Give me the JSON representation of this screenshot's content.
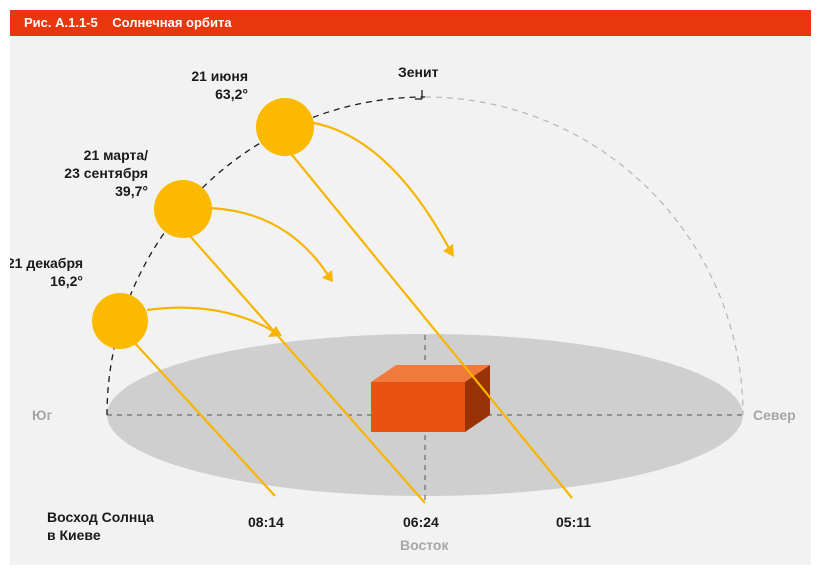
{
  "figure": {
    "title": "Рис. А.1.1-5    Солнечная орбита",
    "zenith_label": "Зенит"
  },
  "directions": {
    "south": "Юг",
    "north": "Север",
    "east": "Восток"
  },
  "suns": [
    {
      "line1": "21 июня",
      "line2": "63,2°"
    },
    {
      "line1": "21 марта/",
      "line2": "23 сентября",
      "line3": "39,7°"
    },
    {
      "line1": "21 декабря",
      "line2": "16,2°"
    }
  ],
  "sunrise": {
    "label_line1": "Восход Солнца",
    "label_line2": "в Киеве",
    "times": [
      "08:14",
      "06:24",
      "05:11"
    ]
  },
  "colors": {
    "header": "#e8360e",
    "sun": "#fbb900",
    "ray": "#f7b500",
    "ground": "#cfcfcf",
    "box_front": "#e8530f",
    "box_top": "#f07a3c",
    "box_side": "#9a3208"
  }
}
